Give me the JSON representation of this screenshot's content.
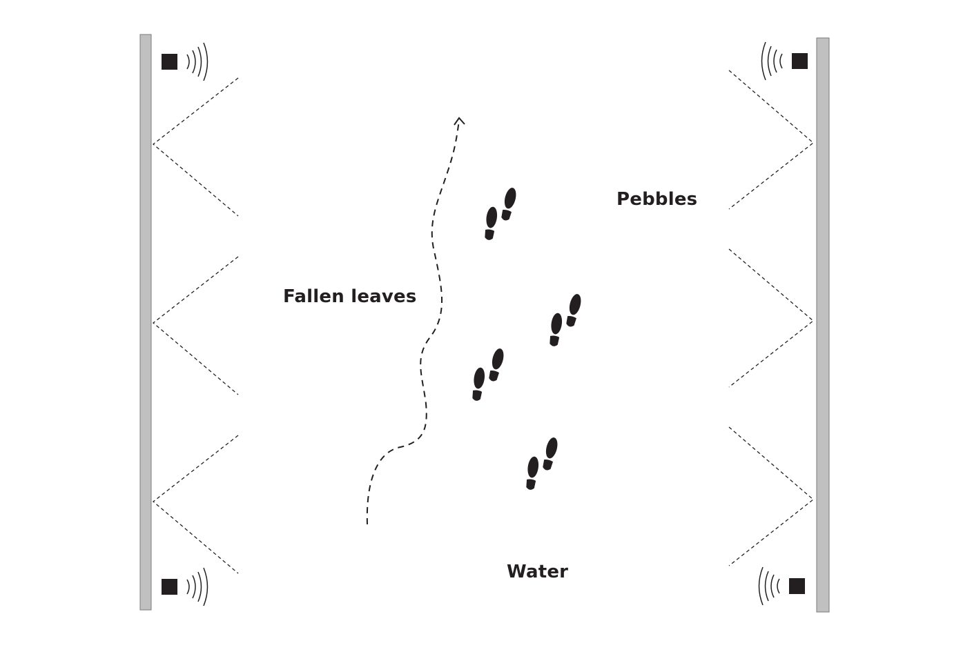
{
  "labels": {
    "fallen_leaves": "Fallen leaves",
    "pebbles": "Pebbles",
    "water": "Water"
  },
  "colors": {
    "wall_fill": "#c0c0c0",
    "wall_stroke": "#7a7a7a",
    "ink": "#231f20"
  },
  "icons": {
    "speaker": "speaker-icon",
    "sound_waves": "sound-waves-icon",
    "footprints": "footprints-icon",
    "path_arrow": "dashed-path-arrow-icon"
  }
}
